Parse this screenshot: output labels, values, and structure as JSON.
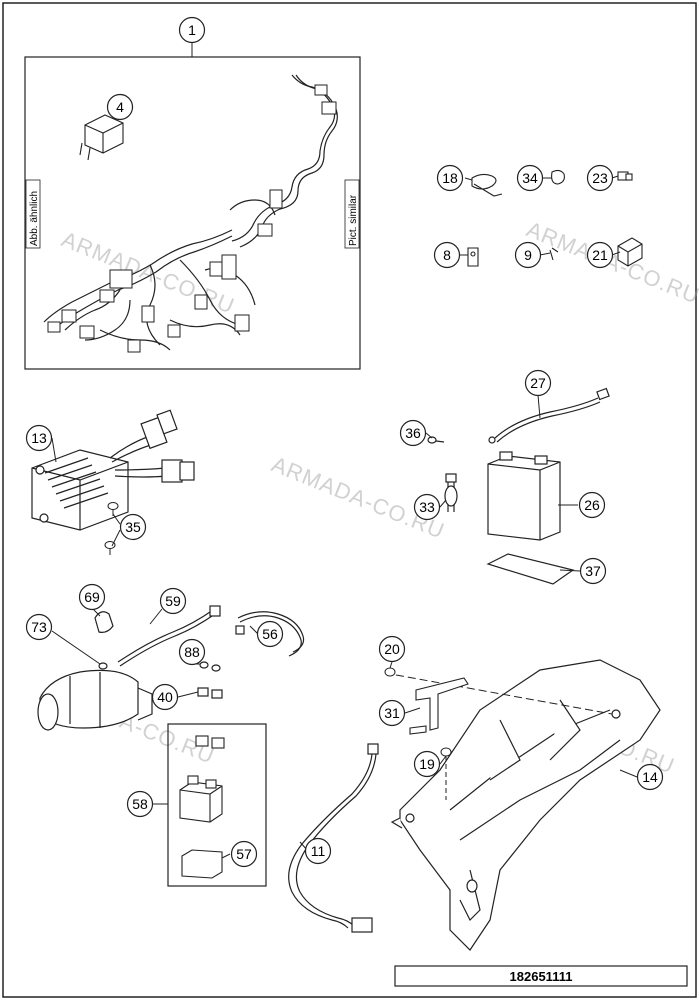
{
  "watermarks": [
    "ARMADA-CO.RU",
    "ARMADA-CO.RU",
    "ARMADA-CO.RU",
    "ARMADA-CO.RU",
    "ARMADA-CO.RU"
  ],
  "box_labels": {
    "left": "Abb. ähnlich",
    "right": "Pict. similar"
  },
  "diagram_code": "182651111",
  "callouts": [
    "1",
    "4",
    "18",
    "34",
    "23",
    "8",
    "9",
    "21",
    "13",
    "35",
    "27",
    "36",
    "33",
    "26",
    "37",
    "69",
    "59",
    "73",
    "56",
    "88",
    "40",
    "20",
    "31",
    "19",
    "14",
    "58",
    "57",
    "11"
  ]
}
